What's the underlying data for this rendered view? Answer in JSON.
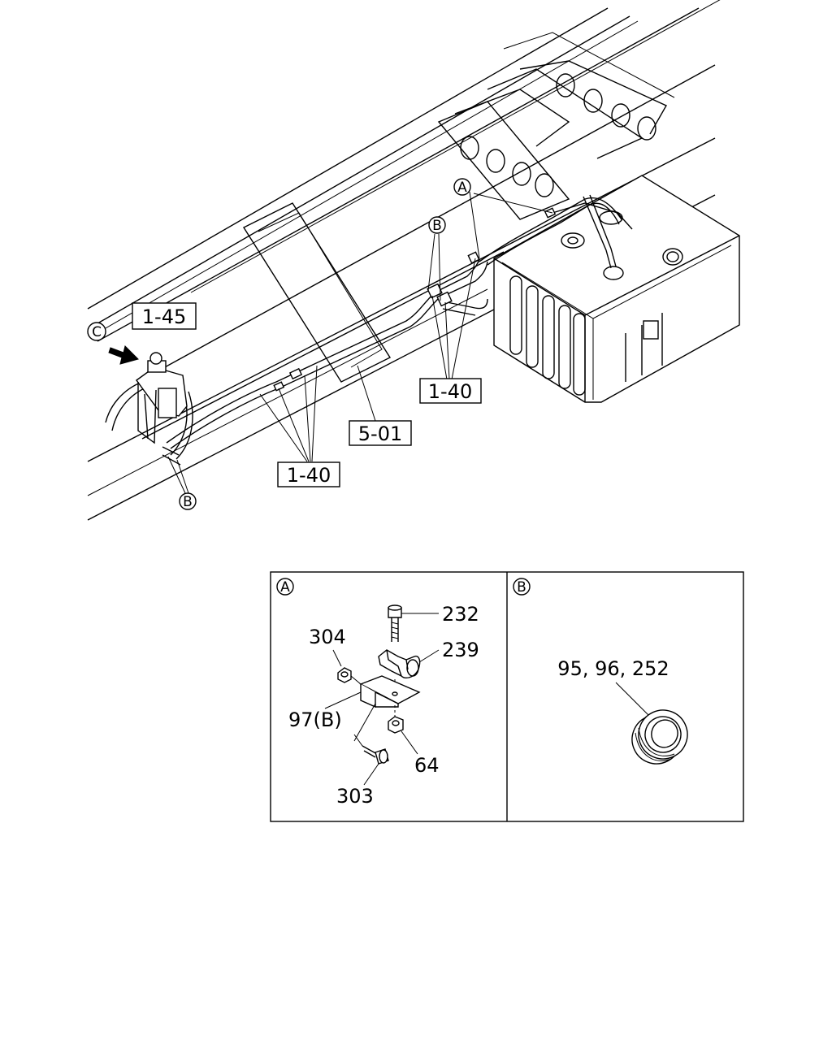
{
  "main_view": {
    "ref_box_1_45": "1-45",
    "ref_box_5_01": "5-01",
    "ref_box_1_40_right": "1-40",
    "ref_box_1_40_bottom": "1-40",
    "circle_a": "A",
    "circle_b_upper": "B",
    "circle_b_lower": "B",
    "circle_c": "C"
  },
  "detail_a": {
    "circle": "A",
    "part_232": "232",
    "part_239": "239",
    "part_304": "304",
    "part_97b": "97(B)",
    "part_64": "64",
    "part_303": "303"
  },
  "detail_b": {
    "circle": "B",
    "part_label": "95, 96, 252"
  }
}
